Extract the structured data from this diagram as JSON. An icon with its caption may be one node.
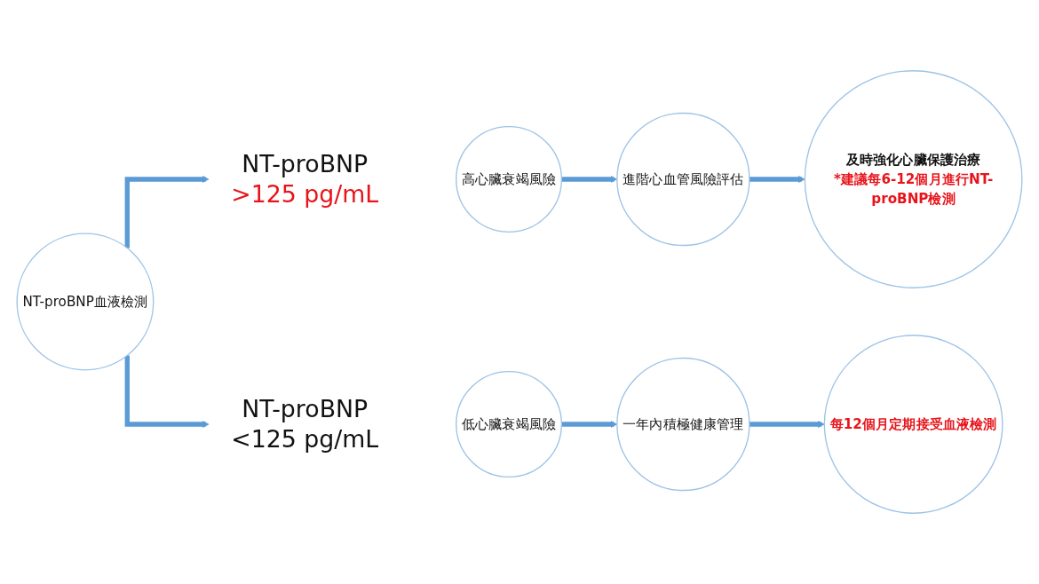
{
  "diagram": {
    "nodes": [
      {
        "text": [
          "NT-proBNP血液檢測"
        ]
      },
      {
        "text": [
          "NT-proBNP",
          ">125 pg/mL"
        ]
      },
      {
        "text": [
          "高心臟衰竭風險"
        ]
      },
      {
        "text": [
          "進階心血管風險評估"
        ]
      },
      {
        "text": [
          "及時強化心臟保護治療",
          "*建議每6-12個月進行NT-proBNP檢測"
        ]
      },
      {
        "text": [
          "NT-proBNP",
          "<125 pg/mL"
        ]
      },
      {
        "text": [
          "低心臟衰竭風險"
        ]
      },
      {
        "text": [
          "一年內積極健康管理"
        ]
      },
      {
        "text": [
          "每12個月定期接受血液檢測"
        ]
      }
    ],
    "edges": [
      {
        "from": 0,
        "to": 1,
        "arrow": "to"
      },
      {
        "from": 0,
        "to": 5,
        "arrow": "to"
      },
      {
        "from": 2,
        "to": 3,
        "arrow": "to"
      },
      {
        "from": 3,
        "to": 4,
        "arrow": "to"
      },
      {
        "from": 6,
        "to": 7,
        "arrow": "to"
      },
      {
        "from": 7,
        "to": 8,
        "arrow": "to"
      }
    ]
  }
}
